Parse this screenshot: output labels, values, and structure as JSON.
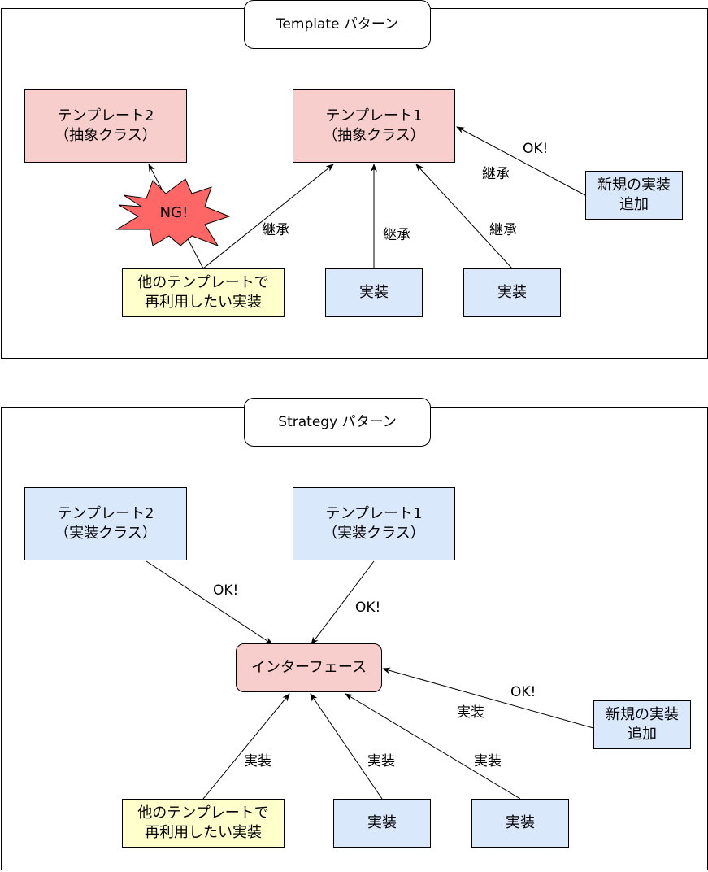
{
  "template_section": {
    "title": "Template パターン",
    "template2": "テンプレート2\n（抽象クラス）",
    "template1": "テンプレート1\n（抽象クラス）",
    "ng_label": "NG!",
    "reuse_impl": "他のテンプレートで\n再利用したい実装",
    "impl_a": "実装",
    "impl_b": "実装",
    "new_impl": "新規の実装\n追加",
    "edge_inherit_1": "継承",
    "edge_inherit_2": "継承",
    "edge_inherit_3": "継承",
    "edge_inherit_4": "継承",
    "edge_ok": "OK!"
  },
  "strategy_section": {
    "title": "Strategy パターン",
    "template2": "テンプレート2\n（実装クラス）",
    "template1": "テンプレート1\n（実装クラス）",
    "interface": "インターフェース",
    "reuse_impl": "他のテンプレートで\n再利用したい実装",
    "impl_a": "実装",
    "impl_b": "実装",
    "new_impl": "新規の実装\n追加",
    "edge_ok_1": "OK!",
    "edge_ok_2": "OK!",
    "edge_ok_3": "OK!",
    "edge_impl_1": "実装",
    "edge_impl_2": "実装",
    "edge_impl_3": "実装",
    "edge_impl_4": "実装"
  },
  "colors": {
    "pink": "#f8cecc",
    "blue": "#dae8fc",
    "yellow": "#ffffcc",
    "ng_star": "#ff6666"
  }
}
